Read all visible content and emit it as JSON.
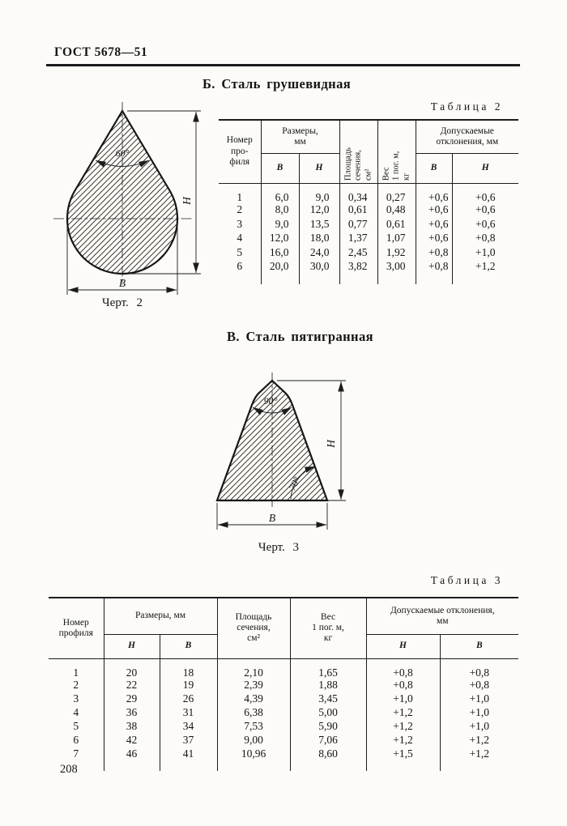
{
  "page": {
    "doc_number": "ГОСТ 5678—51",
    "page_number": "208"
  },
  "section_b": {
    "heading": "Б. Сталь грушевидная",
    "figure": {
      "caption": "Черт. 2",
      "angle_label": "60°",
      "height_label": "Н",
      "width_label": "В"
    },
    "table": {
      "label": "Таблица 2",
      "headers": {
        "profile": "Номер\nпро-\nфиля",
        "sizes": "Размеры,\nмм",
        "sizes_sub": [
          "В",
          "Н"
        ],
        "area": "Площадь\nсечения,\nсм²",
        "weight": "Вес\n1 пог. м,\nкг",
        "deviations": "Допускаемые\nотклонения, мм",
        "deviations_sub": [
          "В",
          "Н"
        ]
      },
      "rows": [
        [
          "1",
          "6,0",
          "9,0",
          "0,34",
          "0,27",
          "+0,6",
          "+0,6"
        ],
        [
          "2",
          "8,0",
          "12,0",
          "0,61",
          "0,48",
          "+0,6",
          "+0,6"
        ],
        [
          "3",
          "9,0",
          "13,5",
          "0,77",
          "0,61",
          "+0,6",
          "+0,6"
        ],
        [
          "4",
          "12,0",
          "18,0",
          "1,37",
          "1,07",
          "+0,6",
          "+0,8"
        ],
        [
          "5",
          "16,0",
          "24,0",
          "2,45",
          "1,92",
          "+0,8",
          "+1,0"
        ],
        [
          "6",
          "20,0",
          "30,0",
          "3,82",
          "3,00",
          "+0,8",
          "+1,2"
        ]
      ]
    }
  },
  "section_v": {
    "heading": "В. Сталь пятигранная",
    "figure": {
      "caption": "Черт. 3",
      "top_angle_label": "90°",
      "side_angle_label": "70°",
      "height_label": "Н",
      "width_label": "В"
    },
    "table": {
      "label": "Таблица 3",
      "headers": {
        "profile": "Номер\nпрофиля",
        "sizes": "Размеры, мм",
        "sizes_sub": [
          "Н",
          "В"
        ],
        "area": "Площадь\nсечения,\nсм²",
        "weight": "Вес\n1 пог. м,\nкг",
        "deviations": "Допускаемые отклонения,\nмм",
        "deviations_sub": [
          "Н",
          "В"
        ]
      },
      "rows": [
        [
          "1",
          "20",
          "18",
          "2,10",
          "1,65",
          "+0,8",
          "+0,8"
        ],
        [
          "2",
          "22",
          "19",
          "2,39",
          "1,88",
          "+0,8",
          "+0,8"
        ],
        [
          "3",
          "29",
          "26",
          "4,39",
          "3,45",
          "+1,0",
          "+1,0"
        ],
        [
          "4",
          "36",
          "31",
          "6,38",
          "5,00",
          "+1,2",
          "+1,0"
        ],
        [
          "5",
          "38",
          "34",
          "7,53",
          "5,90",
          "+1,2",
          "+1,0"
        ],
        [
          "6",
          "42",
          "37",
          "9,00",
          "7,06",
          "+1,2",
          "+1,2"
        ],
        [
          "7",
          "46",
          "41",
          "10,96",
          "8,60",
          "+1,5",
          "+1,2"
        ]
      ]
    }
  }
}
